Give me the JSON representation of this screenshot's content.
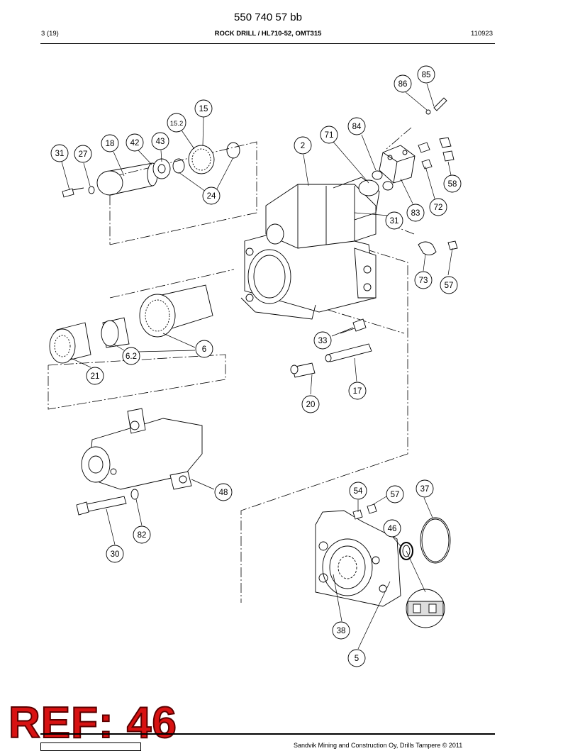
{
  "header": {
    "doc_number": "550 740 57 bb",
    "page": "3 (19)",
    "title": "ROCK DRILL / HL710-52, OMT315",
    "date": "110923"
  },
  "callouts": {
    "c85": "85",
    "c86": "86",
    "c15": "15",
    "c15_2": "15.2",
    "c84": "84",
    "c71": "71",
    "c2": "2",
    "c43": "43",
    "c42": "42",
    "c18": "18",
    "c31a": "31",
    "c27": "27",
    "c24": "24",
    "c58": "58",
    "c72": "72",
    "c83": "83",
    "c31b": "31",
    "c73": "73",
    "c57a": "57",
    "c33": "33",
    "c6": "6",
    "c6_2": "6.2",
    "c21": "21",
    "c17": "17",
    "c20": "20",
    "c48": "48",
    "c54": "54",
    "c57b": "57",
    "c37": "37",
    "c46": "46",
    "c82": "82",
    "c30": "30",
    "c38": "38",
    "c5": "5"
  },
  "overlay": {
    "ref_label": "REF: 46"
  },
  "footer": {
    "copyright": "Sandvik Mining and Construction Oy, Drills Tampere © 2011"
  }
}
